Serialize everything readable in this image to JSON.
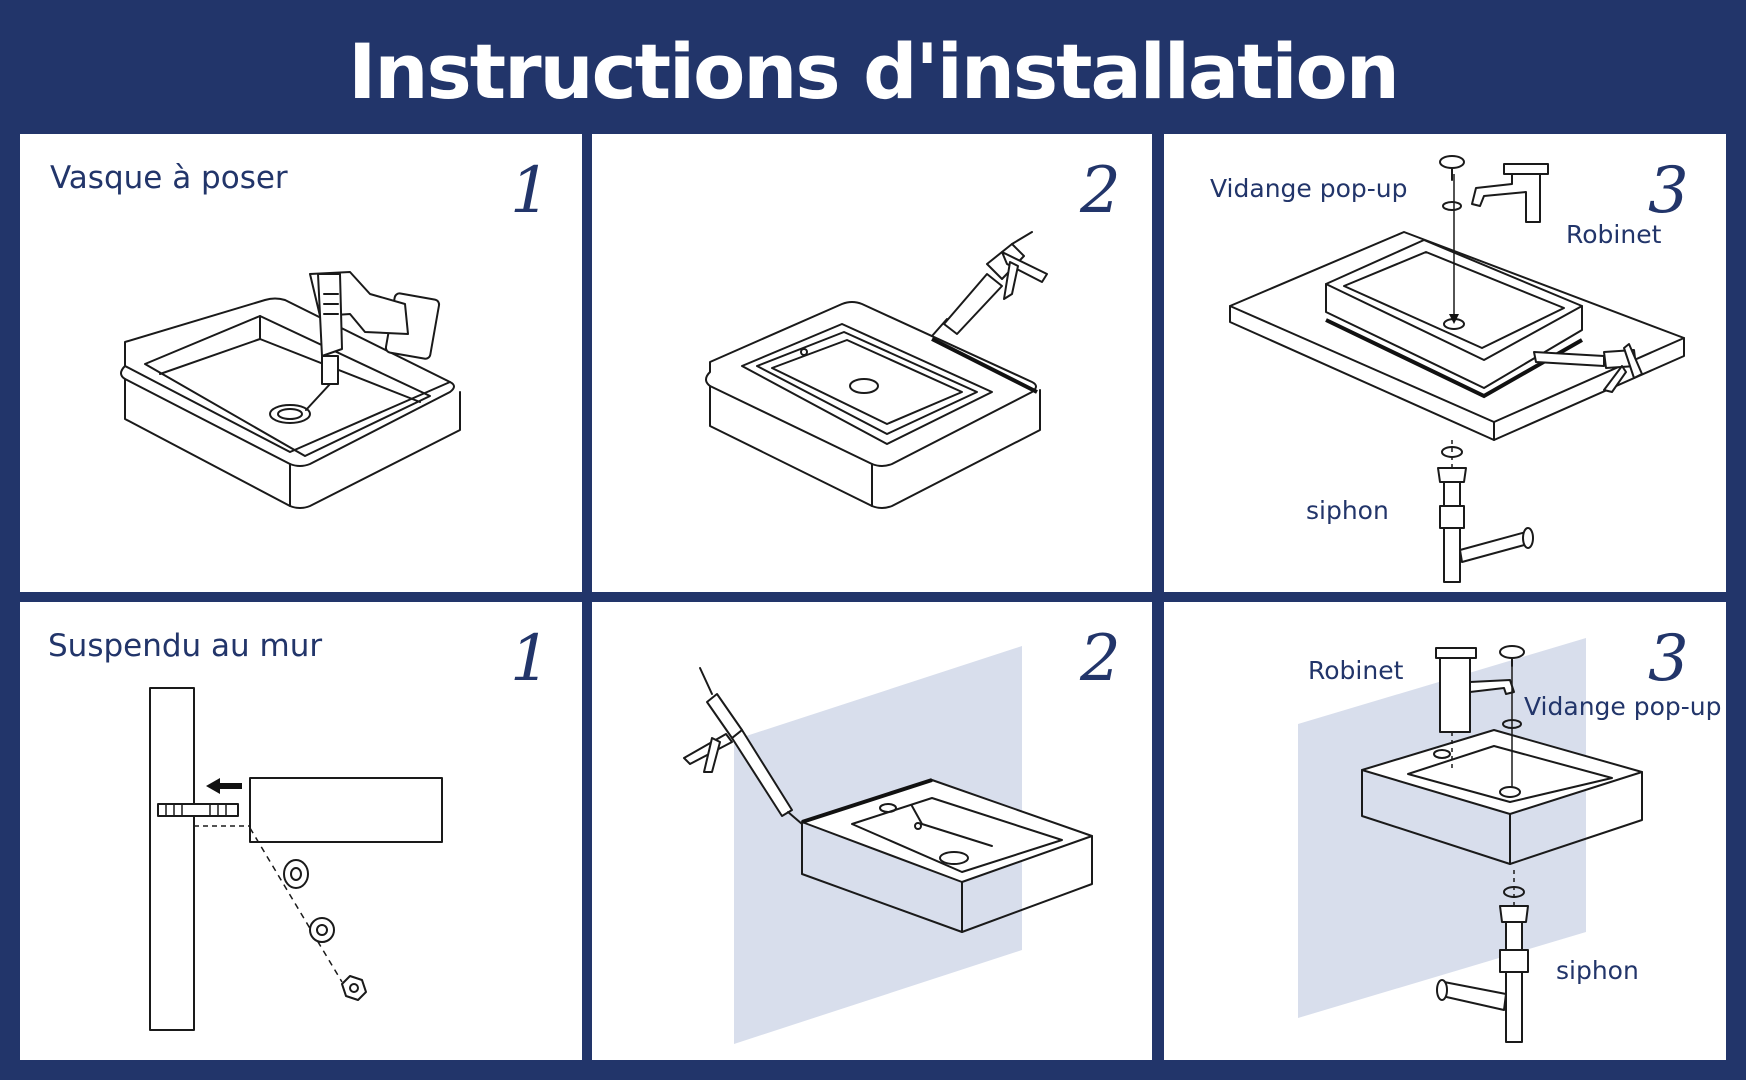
{
  "page": {
    "title": "Instructions d'installation"
  },
  "sections": {
    "vasque": "Vasque à poser",
    "suspendu": "Suspendu au mur"
  },
  "steps": {
    "p1": "1",
    "p2": "2",
    "p3": "3",
    "p4": "1",
    "p5": "2",
    "p6": "3"
  },
  "callouts": {
    "vidange_top": "Vidange pop-up",
    "robinet_top": "Robinet",
    "siphon_top": "siphon",
    "robinet_bottom": "Robinet",
    "vidange_bottom": "Vidange pop-up",
    "siphon_bottom": "siphon"
  },
  "colors": {
    "background": "#22356a",
    "text": "#22356a",
    "wall": "#d8deec",
    "panel": "#ffffff"
  },
  "icons": [
    "drill-icon",
    "caulk-gun-icon",
    "faucet-icon",
    "pop-up-drain-icon",
    "siphon-icon",
    "wall-bolt-icon"
  ]
}
